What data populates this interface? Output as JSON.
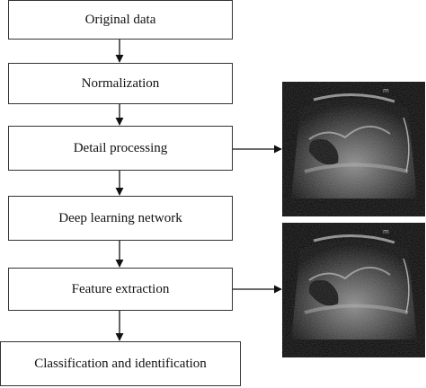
{
  "diagram": {
    "steps": [
      "Original data",
      "Normalization",
      "Detail processing",
      "Deep learning network",
      "Feature extraction",
      "Classification and identification"
    ],
    "images": [
      {
        "kind": "ultrasound-image",
        "marker": "m",
        "linked_to": "Detail processing"
      },
      {
        "kind": "ultrasound-image",
        "marker": "m",
        "linked_to": "Feature extraction"
      }
    ]
  },
  "colors": {
    "line": "#111111",
    "box_border": "#333333",
    "image_bg": "#000000"
  }
}
